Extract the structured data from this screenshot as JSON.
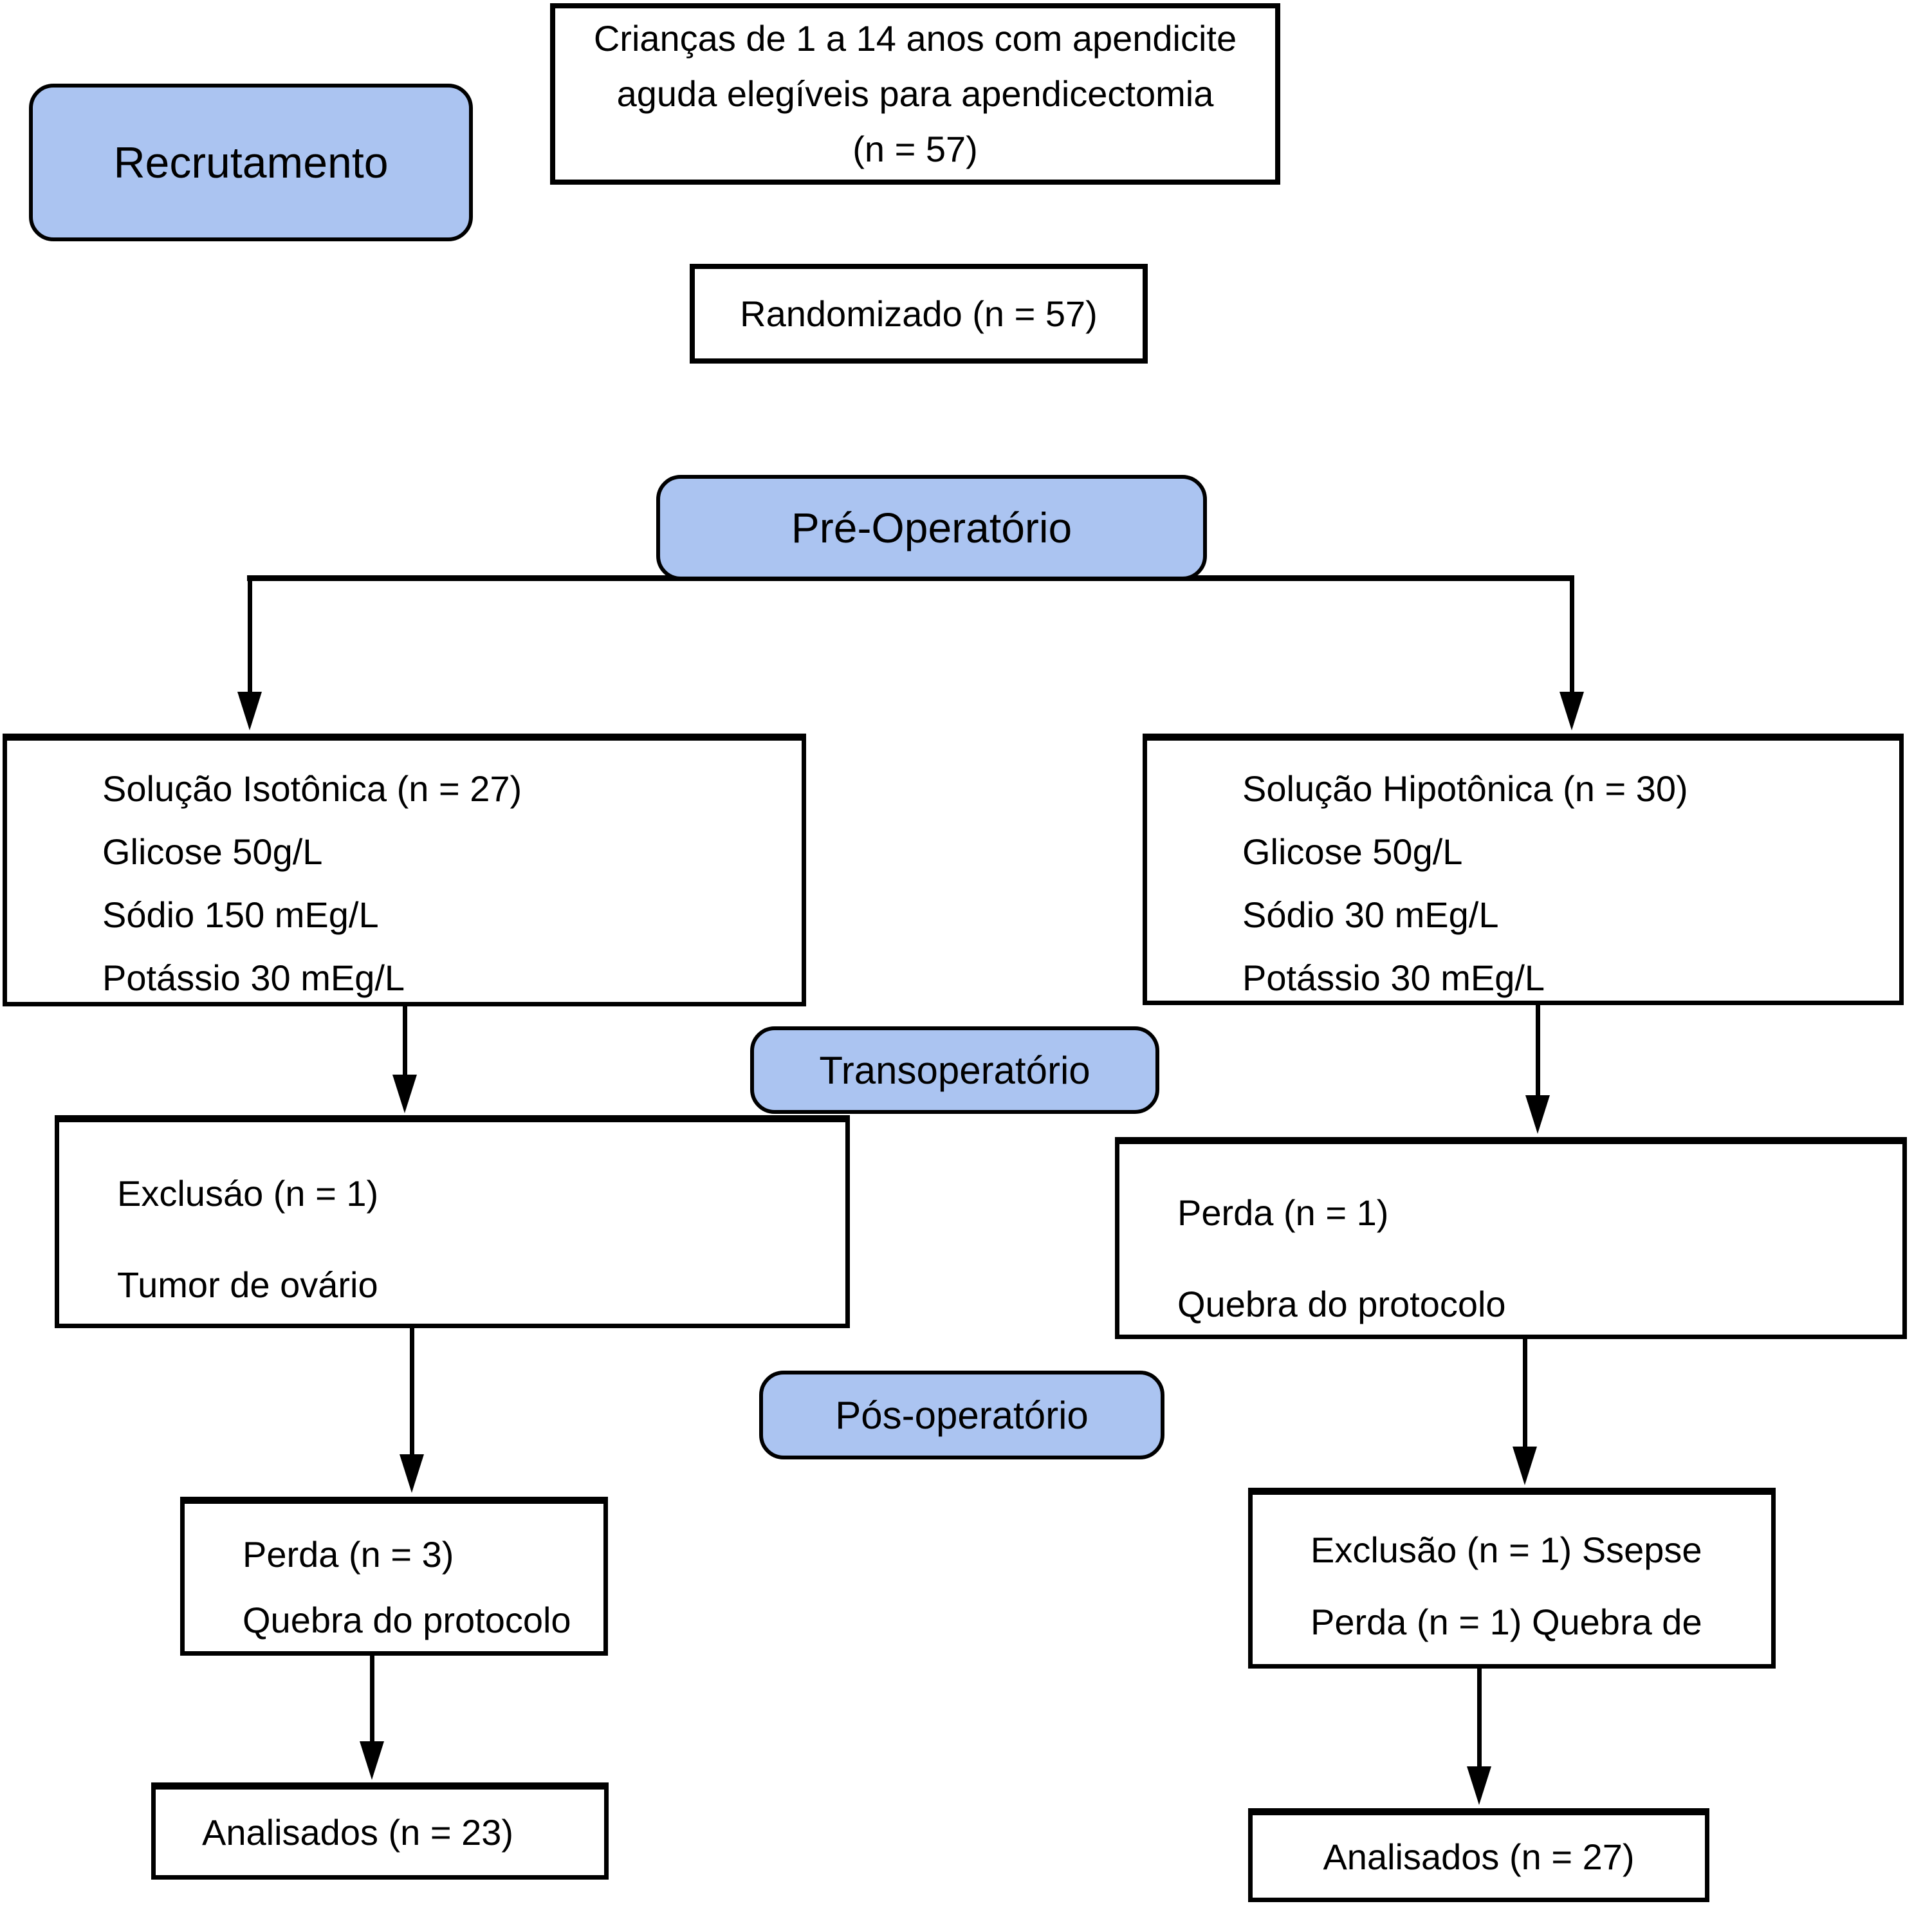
{
  "diagram": {
    "stages": {
      "recruit": "Recrutamento",
      "preop": "Pré-Operatório",
      "transop": "Transoperatório",
      "postop": "Pós-operatório"
    },
    "nodes": {
      "eligibility": {
        "lines": [
          "Crianças de 1 a 14 anos com apendicite",
          "aguda elegíveis para apendicectomia",
          "(n = 57)"
        ]
      },
      "randomized": {
        "label": "Randomizado (n = 57)"
      },
      "isotonic": {
        "lines": [
          "Solução Isotônica (n = 27)",
          "Glicose 50g/L",
          "Sódio 150 mEg/L",
          "Potássio 30 mEg/L"
        ]
      },
      "hypotonic": {
        "lines": [
          "Solução Hipotônica (n = 30)",
          "Glicose 50g/L",
          "Sódio 30 mEg/L",
          "Potássio 30 mEg/L"
        ]
      },
      "exclusion_iso": {
        "lines": [
          "Exclusáo (n = 1)",
          "Tumor de ovário"
        ]
      },
      "loss_hypo": {
        "lines": [
          "Perda (n = 1)",
          "Quebra do protocolo"
        ]
      },
      "loss_iso_post": {
        "lines": [
          "Perda (n = 3)",
          "Quebra do protocolo"
        ]
      },
      "exclusion_hypo_post": {
        "lines": [
          "Exclusão (n = 1) Ssepse",
          "Perda (n = 1) Quebra de"
        ]
      },
      "analyzed_iso": {
        "label": "Analisados (n = 23)"
      },
      "analyzed_hypo": {
        "label": "Analisados (n = 27)"
      }
    },
    "colors": {
      "stage_fill": "#abc4f1",
      "box_border": "#000000",
      "background": "#ffffff"
    }
  }
}
